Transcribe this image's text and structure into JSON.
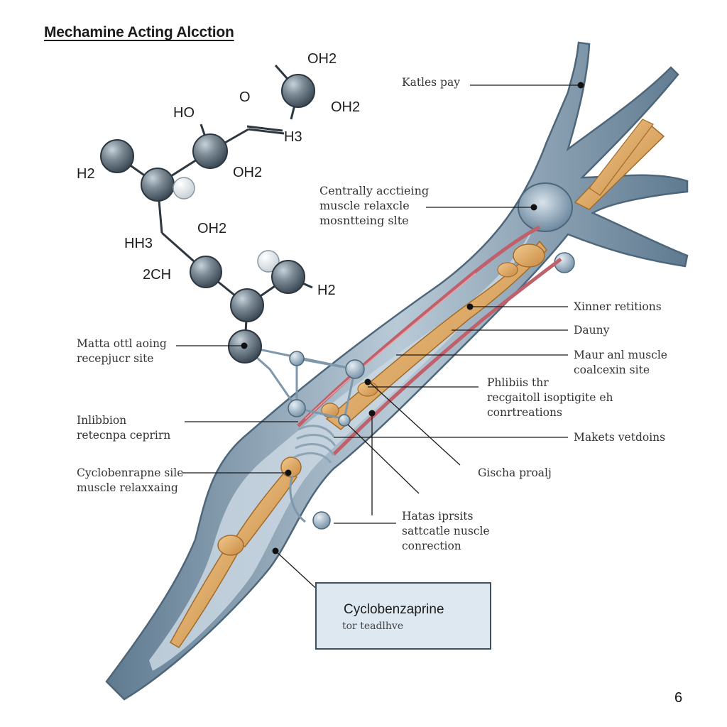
{
  "title": "Mechamine Acting Alcction",
  "molecule": {
    "atoms": {
      "oh2_top": "OH2",
      "o_top": "O",
      "ho": "HO",
      "oh2_right": "OH2",
      "h3_top": "H3",
      "h2_left": "H2",
      "oh2_mid_right": "OH2",
      "hh3": "HH3",
      "oh2_center": "OH2",
      "ch2": "2CH",
      "h2_right": "H2"
    }
  },
  "labels": {
    "kaltes_pay": "Katles pay",
    "centrally": [
      "Centrally acctieing",
      "muscle relaxcle",
      "mosntteing slte"
    ],
    "xinner": "Xinner retitions",
    "dauny": "Dauny",
    "maur": [
      "Maur anl muscle",
      "coalcexin site"
    ],
    "matta": [
      "Matta ottl aoing",
      "recepjucr site"
    ],
    "phlibiis": [
      "Phlibiis thr",
      "recgaitoll isoptigite eh",
      "conrtreations"
    ],
    "inhibition": [
      "Inlibbion",
      "retecnpa ceprirn"
    ],
    "makets": "Makets vetdoins",
    "cyclobenzaprine_side": [
      "Cyclobenrapne sile",
      "muscle relaxxaing"
    ],
    "gischa": "Gischa proalj",
    "hatas": [
      "Hatas iprsits",
      "sattcatle nuscle",
      "conrection"
    ]
  },
  "callout": {
    "title": "Cyclobenzaprine",
    "subtitle": "tor teadlhve"
  },
  "page_number": "6",
  "colors": {
    "nerve": "#7d98ad",
    "nerve_light": "#c5d3de",
    "tendon": "#d9a15c",
    "vessel": "#c0606a",
    "atom": "#6f7f8b",
    "box_bg": "#dde8f0"
  }
}
